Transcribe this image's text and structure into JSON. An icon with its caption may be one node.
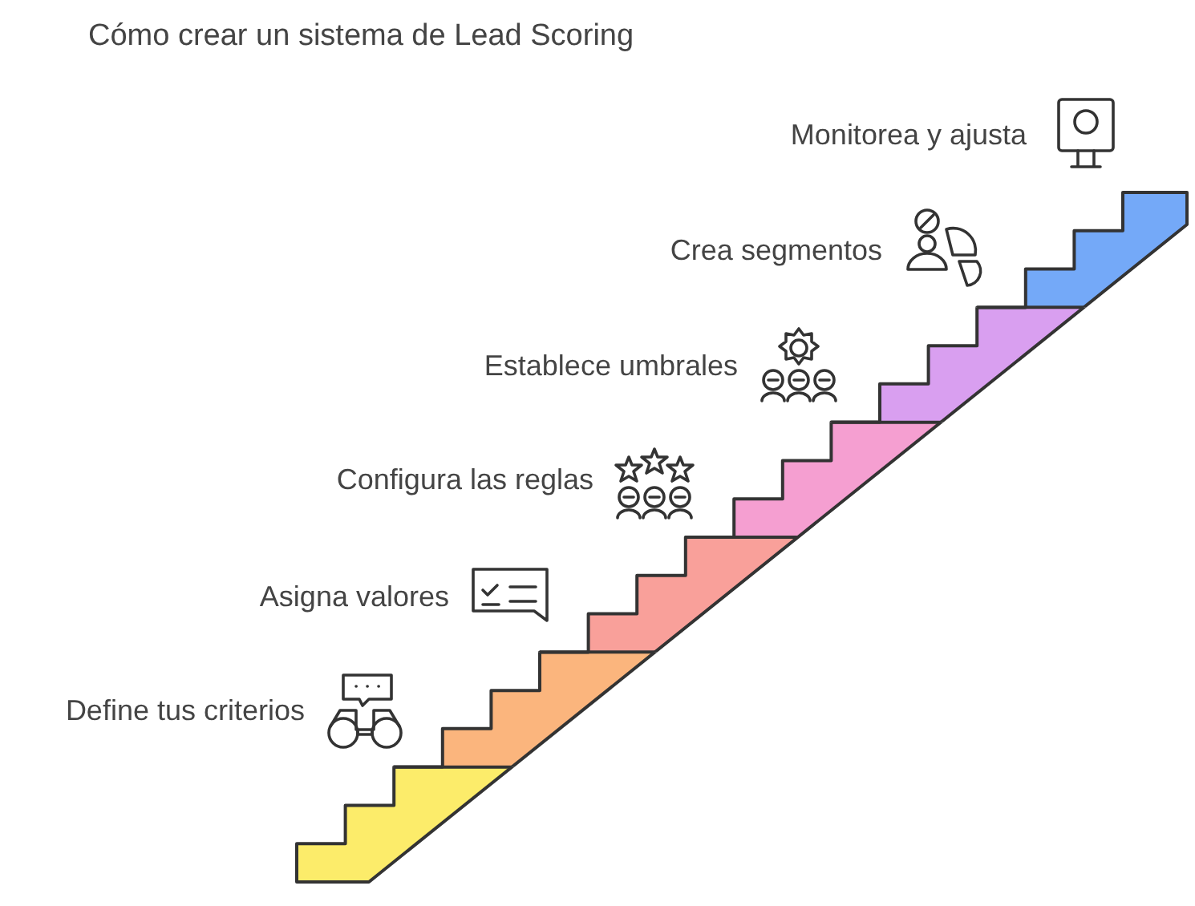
{
  "diagram": {
    "title": "Cómo crear un sistema de Lead Scoring",
    "labels": [
      "Monitorea y ajusta",
      "Crea segmentos",
      "Establece umbrales",
      "Configura las reglas",
      "Asigna valores",
      "Define tus criterios"
    ]
  }
}
